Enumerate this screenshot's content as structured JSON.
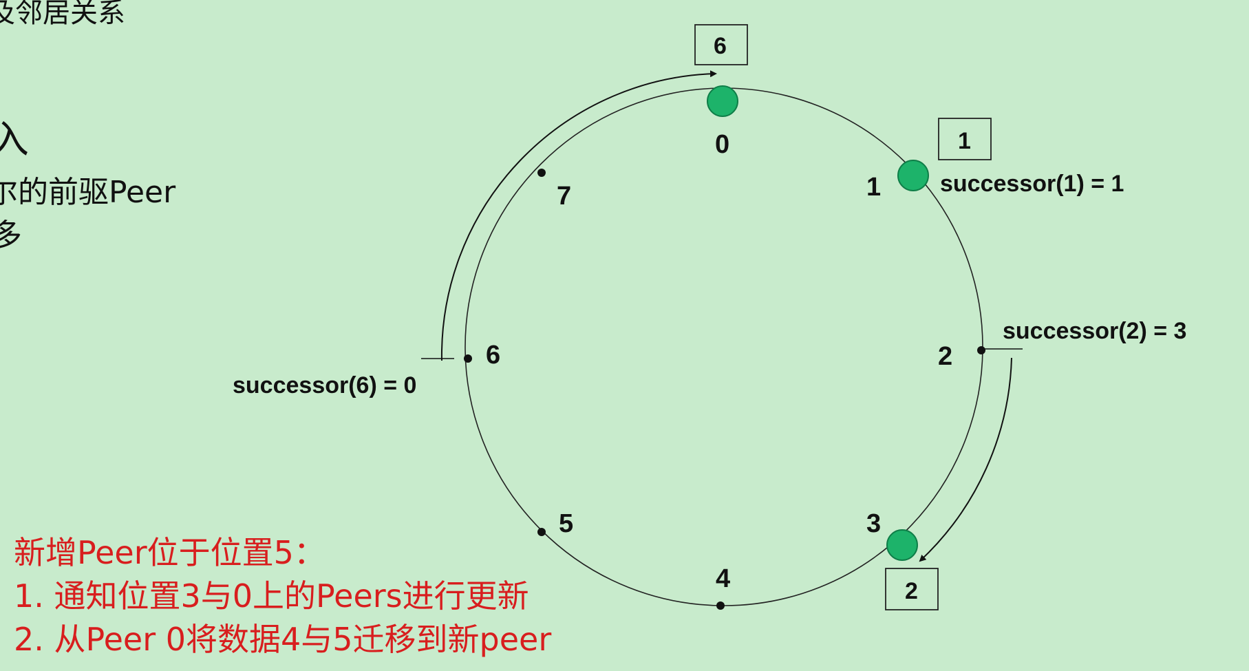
{
  "left_text": {
    "line1": "及邻居关系",
    "line2": "入",
    "line3": "尔的前驱Peer",
    "line4": "多"
  },
  "annotation": {
    "title": "新增Peer位于位置5：",
    "items": [
      "1.  通知位置3与0上的Peers进行更新",
      "2.  从Peer 0将数据4与5迁移到新peer"
    ]
  },
  "ring": {
    "positions": [
      {
        "id": "0",
        "peer": true
      },
      {
        "id": "1",
        "peer": true
      },
      {
        "id": "2",
        "peer": false
      },
      {
        "id": "3",
        "peer": true
      },
      {
        "id": "4",
        "peer": false
      },
      {
        "id": "5",
        "peer": false
      },
      {
        "id": "6",
        "peer": false
      },
      {
        "id": "7",
        "peer": false
      }
    ],
    "stored_keys": [
      {
        "key": "6",
        "at": "0"
      },
      {
        "key": "1",
        "at": "1"
      },
      {
        "key": "2",
        "at": "3"
      }
    ],
    "successor_labels": {
      "s1": "successor(1) = 1",
      "s2": "successor(2) = 3",
      "s6": "successor(6) = 0"
    }
  },
  "colors": {
    "background": "#c8ebcc",
    "peer_fill": "#1db36a",
    "annotation_red": "#d81e1e"
  }
}
